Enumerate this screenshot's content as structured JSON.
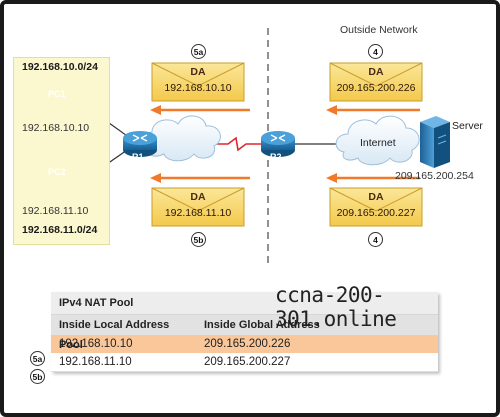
{
  "outside_label": "Outside Network",
  "inside_subnets": [
    "192.168.10.0/24",
    "192.168.11.0/24"
  ],
  "hosts": [
    {
      "name": "PC1",
      "ip": "192.168.10.10"
    },
    {
      "name": "PC2",
      "ip": "192.168.11.10"
    }
  ],
  "routers": [
    "R1",
    "R2"
  ],
  "internet_label": "Internet",
  "server": {
    "label": "Server",
    "ip": "209.165.200.254"
  },
  "packets": [
    {
      "marker": "5a",
      "title": "DA",
      "address": "192.168.10.10"
    },
    {
      "marker": "5b",
      "title": "DA",
      "address": "192.168.11.10"
    },
    {
      "marker": "4",
      "title": "DA",
      "address": "209.165.200.226"
    },
    {
      "marker": "4",
      "title": "DA",
      "address": "209.165.200.227"
    }
  ],
  "table": {
    "caption": "IPv4 NAT Pool",
    "headers": [
      "Inside Local Address Pool",
      "Inside Global Address"
    ],
    "rows": [
      {
        "marker": "5a",
        "local": "192.168.10.10",
        "global": "209.165.200.226"
      },
      {
        "marker": "5b",
        "local": "192.168.11.10",
        "global": "209.165.200.227"
      }
    ]
  },
  "watermark": "ccna-200-301.online",
  "colors": {
    "arrow": "#f07a2a",
    "envelope": "#f6d567",
    "highlight": "#f9c799",
    "lan_box": "#fbf7cf",
    "router": "#1d6fa8",
    "serial_link": "#e0262b"
  }
}
